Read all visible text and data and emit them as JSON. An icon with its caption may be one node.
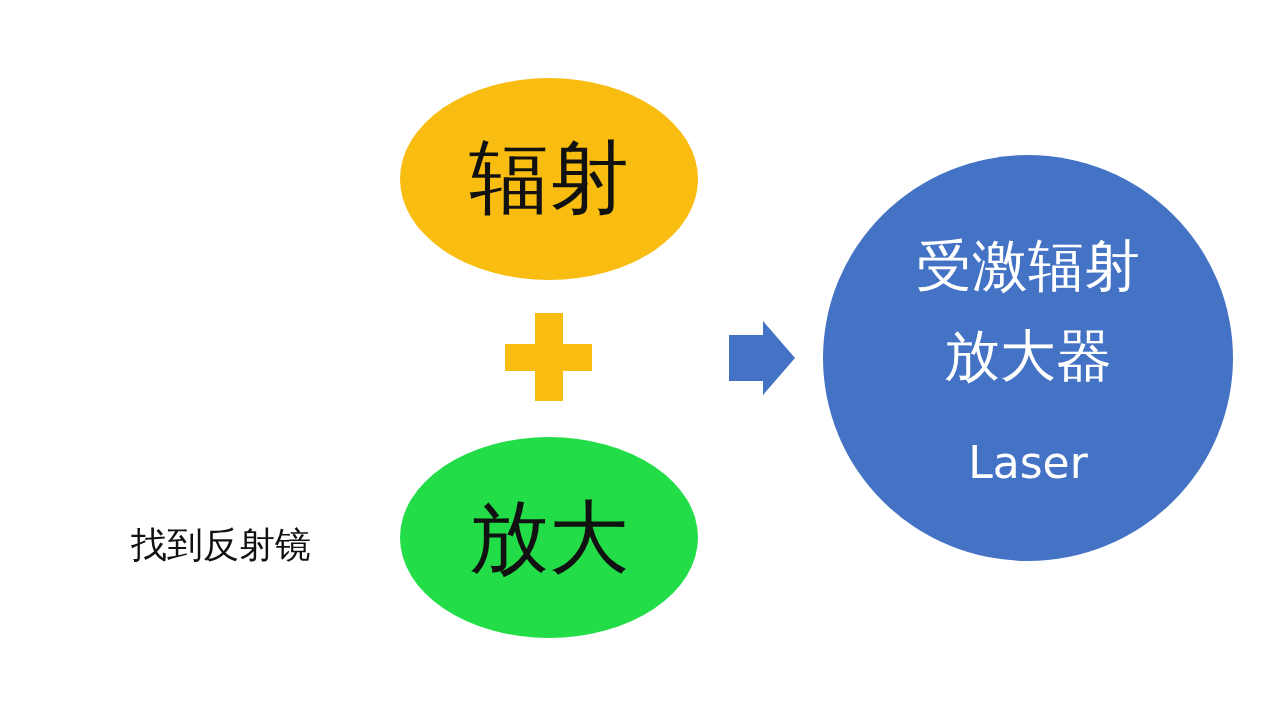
{
  "diagram": {
    "nodes": [
      {
        "text": [
          "辐射"
        ]
      },
      {
        "text": [
          "放大"
        ]
      },
      {
        "text": [
          "受激辐射放大器",
          "Laser"
        ]
      }
    ],
    "edges": [
      {
        "from": null,
        "to": 2,
        "arrow": "to"
      }
    ],
    "labels": [
      "找到反射镜"
    ]
  }
}
